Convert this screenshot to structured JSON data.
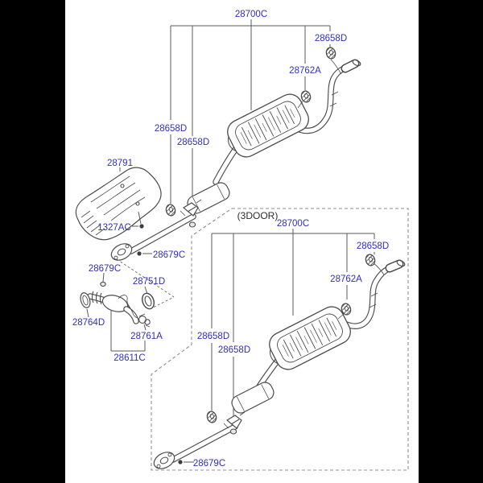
{
  "colors": {
    "callout": "#2e2ec2",
    "note": "#2b2b2b",
    "line": "#4b4b4b",
    "background": "#000000",
    "paper": "#ffffff"
  },
  "main": {
    "assembly_label": "28700C",
    "tail_grommet": "28658D",
    "tail_hanger": "28762A",
    "mid_grommet_1": "28658D",
    "mid_grommet_2": "28658D",
    "heat_shield": "28791",
    "shield_bolt": "1327AC",
    "flange_nut": "28679C",
    "front_nut": "28679C",
    "rear_gasket": "28751D",
    "front_gasket": "28764D",
    "front_hanger": "28761A",
    "front_pipe": "28611C"
  },
  "inset": {
    "note": "(3DOOR)",
    "assembly_label": "28700C",
    "tail_grommet": "28658D",
    "tail_hanger": "28762A",
    "mid_grommet_1": "28658D",
    "mid_grommet_2": "28658D",
    "flange_nut": "28679C"
  }
}
